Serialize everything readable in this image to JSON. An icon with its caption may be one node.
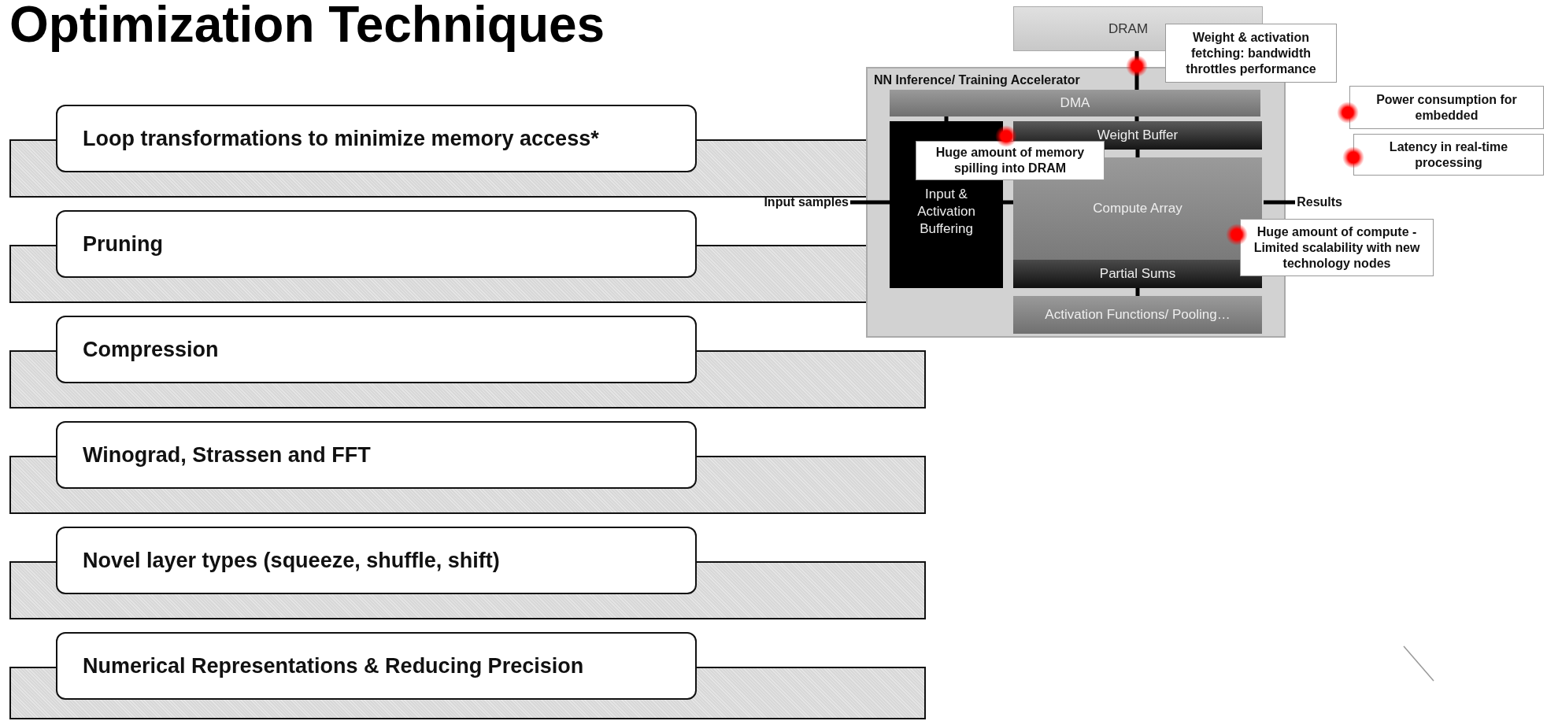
{
  "diagram": {
    "title": "Optimization Techniques",
    "nodes": [
      {
        "text": [
          "Loop transformations to minimize memory access*"
        ]
      },
      {
        "text": [
          "Pruning"
        ]
      },
      {
        "text": [
          "Compression"
        ]
      },
      {
        "text": [
          "Winograd, Strassen and FFT"
        ]
      },
      {
        "text": [
          "Novel layer types (squeeze, shuffle, shift)"
        ]
      },
      {
        "text": [
          "Numerical Representations & Reducing Precision"
        ]
      },
      {
        "text": [
          "DRAM"
        ]
      },
      {
        "text": [
          "Weight & activation fetching: bandwidth throttles performance"
        ]
      },
      {
        "text": [
          "NN Inference/ Training Accelerator"
        ]
      },
      {
        "text": [
          "DMA"
        ],
        "in": 8
      },
      {
        "text": [
          "Power consumption for embedded"
        ]
      },
      {
        "text": [
          "Latency in real-time processing"
        ]
      },
      {
        "text": [
          "Input & Activation Buffering"
        ],
        "in": 8
      },
      {
        "text": [
          "Weight Buffer"
        ],
        "in": 8
      },
      {
        "text": [
          "Huge amount of memory spilling into DRAM"
        ],
        "in": 8
      },
      {
        "text": [
          "Input samples"
        ]
      },
      {
        "text": [
          "Compute Array"
        ],
        "in": 8
      },
      {
        "text": [
          "Results"
        ]
      },
      {
        "text": [
          "Huge amount of compute - Limited scalability with new technology nodes"
        ]
      },
      {
        "text": [
          "Partial Sums"
        ],
        "in": 8
      },
      {
        "text": [
          "Activation Functions/ Pooling…"
        ],
        "in": 8
      }
    ],
    "edges": [
      {
        "from": 6,
        "to": 9,
        "arrow": "none"
      },
      {
        "from": 9,
        "to": 12,
        "arrow": "none"
      },
      {
        "from": 9,
        "to": 13,
        "arrow": "none"
      },
      {
        "from": 13,
        "to": 16,
        "arrow": "none"
      },
      {
        "from": 19,
        "to": 20,
        "arrow": "none"
      },
      {
        "from": 15,
        "to": 12,
        "arrow": "none"
      },
      {
        "from": 12,
        "to": 16,
        "arrow": "none"
      },
      {
        "from": 16,
        "to": 17,
        "arrow": "none"
      }
    ]
  }
}
